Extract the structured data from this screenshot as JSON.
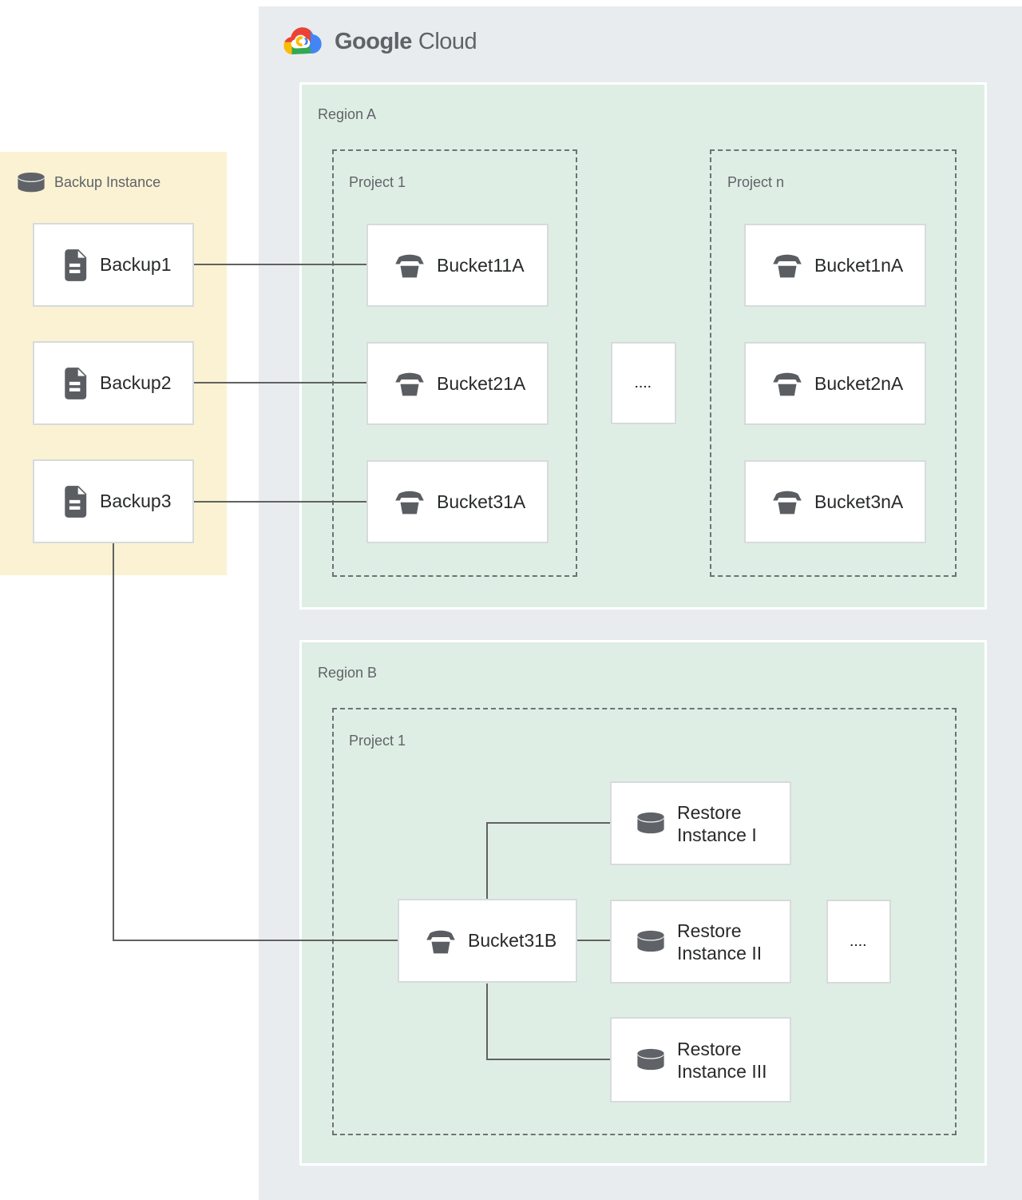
{
  "logo": {
    "brand": "Google",
    "product": "Cloud"
  },
  "backup_panel": {
    "title": "Backup Instance",
    "items": [
      "Backup1",
      "Backup2",
      "Backup3"
    ]
  },
  "region_a": {
    "label": "Region A",
    "project_1": {
      "label": "Project 1",
      "buckets": [
        "Bucket11A",
        "Bucket21A",
        "Bucket31A"
      ]
    },
    "project_n": {
      "label": "Project n",
      "buckets": [
        "Bucket1nA",
        "Bucket2nA",
        "Bucket3nA"
      ]
    },
    "ellipsis": "...."
  },
  "region_b": {
    "label": "Region B",
    "project_1": {
      "label": "Project 1",
      "bucket": "Bucket31B",
      "restores": [
        [
          "Restore",
          "Instance I"
        ],
        [
          "Restore",
          "Instance II"
        ],
        [
          "Restore",
          "Instance III"
        ]
      ],
      "ellipsis": "...."
    }
  },
  "icons": {
    "logo_icon": "google-cloud-logo-icon",
    "panel_icon": "database-icon",
    "backup_icon": "document-icon",
    "bucket_icon": "storage-bucket-icon",
    "restore_icon": "database-icon"
  },
  "colors": {
    "container_bg": "#e9ecef",
    "region_bg": "#dfeee4",
    "panel_bg": "#faf2d2",
    "node_border": "#d7dadd",
    "connector": "#616161",
    "label_gray": "#5f6368",
    "text_dark": "#27292b",
    "icon_gray": "#5f6368",
    "logo_blue": "#4285f4",
    "logo_red": "#ea4335",
    "logo_yellow": "#fbbc05",
    "logo_green": "#34a853"
  }
}
